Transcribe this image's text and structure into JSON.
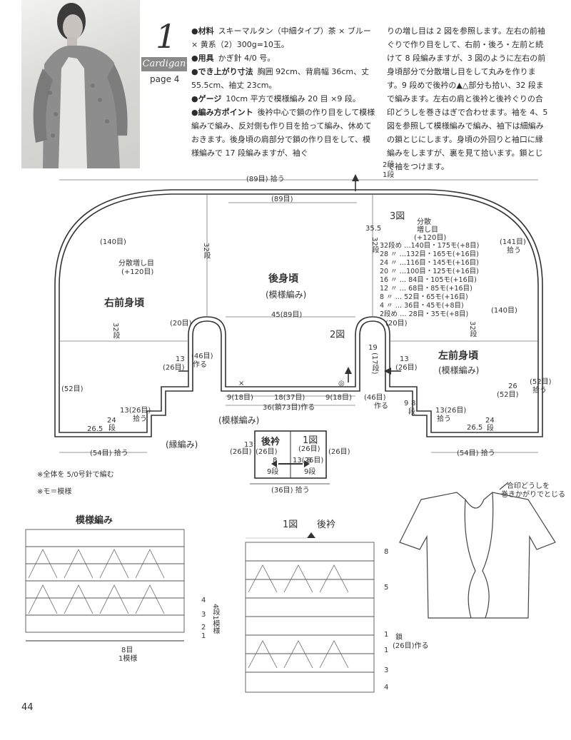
{
  "header": {
    "number": "1",
    "badge": "Cardigan",
    "page_ref": "page 4"
  },
  "spec": {
    "material_label": "●材料",
    "material_text": "スキーマルタン（中細タイプ）茶 × ブルー × 黄系（2）300g=10玉。",
    "tools_label": "●用具",
    "tools_text": "かぎ針 4/0 号。",
    "size_label": "●でき上がり寸法",
    "size_text": "胸囲 92cm、背肩幅 36cm、丈 55.5cm、袖丈 23cm。",
    "gauge_label": "●ゲージ",
    "gauge_text": "10cm 平方で模様編み 20 目 ×9 段。",
    "point_label": "●編み方ポイント",
    "point_text": "後衿中心で鎖の作り目をして模様編みで編み、反対側も作り目を拾って編み、休めておきます。後身頃の肩部分で鎖の作り目をして、模様編みで 17 段編みますが、袖ぐ",
    "point_text_cont": "りの増し目は 2 図を参照します。左右の前袖ぐりで作り目をして、右前・後ろ・左前と続けて 8 段編みますが、3 図のように左右の前身頃部分で分散増し目をして丸みを作ります。9 段めで後衿の▲△部分も拾い、32 段まで編みます。左右の肩と後衿と後衿ぐりの合印どうしを巻きはぎで合わせます。袖を 4、5 図を参照して模様編みで編み、袖下は細編みの鎖とじにします。身頃の外回りと袖口に縁編みをしますが、裏を見て拾います。鎖とじで袖をつけます。"
  },
  "diagram": {
    "top_pick": "(89目) 拾う",
    "top_count": "(89目)",
    "top_arrow": "2段",
    "top_row": "1段",
    "fig3": "3図",
    "fig2": "2図",
    "fig1_small": "1図",
    "left_140": "(140目)",
    "left_dist": "分散増し目",
    "left_dist2": "(+120目)",
    "rows_32a": "32段",
    "rows_32b": "32段",
    "rows_32c": "32段",
    "rows_32d": "32段",
    "right_dist": "分散",
    "right_dist2": "増し目",
    "right_dist3": "(+120目)",
    "depth_355": "35.5",
    "right_141": "(141目)",
    "right_141_pick": "拾う",
    "right_140": "(140目)",
    "back_title": "後身頃",
    "back_sub": "(模様編み)",
    "right_front": "右前身頃",
    "left_front": "左前身頃",
    "left_front_sub": "(模様編み)",
    "width_45": "45(89目)",
    "arm_20a": "(20目)",
    "arm_20b": "(20目)",
    "arm_46a": "(46目)",
    "arm_46a2": "作る",
    "arm_46b": "(46目)",
    "arm_46b2": "作る",
    "side_13a": "13",
    "side_13a2": "(26目)",
    "side_13b": "13",
    "side_13b2": "(26目)",
    "side_19": "19",
    "side_19b": "(17段)",
    "side_52a": "(52目)",
    "side_52b": "(52目)",
    "side_52c": "(52目)",
    "side_52c2": "拾う",
    "side_26": "26",
    "neck_9a": "9(18目)",
    "neck_18": "18(37目)",
    "neck_9b": "9(18目)",
    "neck_36": "36(鎖73目)作る",
    "cross": "×",
    "ring": "◎",
    "bottom_13a": "13(26目)",
    "bottom_13a2": "拾う",
    "bottom_13b": "13(26目)",
    "bottom_13b2": "拾う",
    "bottom_24a": "24",
    "bottom_24a2": "段",
    "bottom_24b": "24",
    "bottom_24b2": "段",
    "bottom_265a": "26.5",
    "bottom_265b": "26.5",
    "bottom_98": "9",
    "bottom_98b": "8",
    "bottom_98c": "段",
    "edging": "(縁編み)",
    "pick_54a": "(54目) 拾う",
    "pick_54b": "(54目) 拾う",
    "pattern_lbl": "(模様編み)",
    "collar": "後衿",
    "collar_26a": "(26目)",
    "collar_26b": "(26目)",
    "collar_26c": "(26目)",
    "collar_26d": "(26目)",
    "collar_13a": "13",
    "collar_13b": "13(26目)",
    "collar_8a": "8",
    "collar_8b": "8",
    "collar_9a": "9段",
    "collar_9b": "9段",
    "collar_pick": "(36目) 拾う",
    "note1": "※全体を 5/0号針で編む",
    "note2": "※モ＝模様"
  },
  "table3": {
    "rows": [
      "32段め …140目・175モ(+8目)",
      "28 〃 …132目・165モ(+16目)",
      "24 〃 …116目・145モ(+16目)",
      "20 〃 …100目・125モ(+16目)",
      "16 〃 … 84目・105モ(+16目)",
      "12 〃 … 68目・85モ(+16目)",
      "8 〃 … 52目・65モ(+16目)",
      "4 〃 … 36目・45モ(+8目)",
      "2段め … 28目・35モ(+8目)"
    ]
  },
  "pattern": {
    "title": "模様編み",
    "row4": "4",
    "row3": "3",
    "row2": "2",
    "row1": "1",
    "repeat_lbl": "4段1模様",
    "stitch_lbl": "8目",
    "stitch_lbl2": "1模様"
  },
  "fig1": {
    "title": "1図",
    "sub": "後衿",
    "row8": "8",
    "row5": "5",
    "row1a": "1",
    "chain": "鎖",
    "chain2": "(26目)作る",
    "row1b": "1",
    "row3": "3",
    "row4": "4"
  },
  "sketch": {
    "note1": "合印どうしを",
    "note2": "巻きかがりでとじる"
  },
  "footer": {
    "page": "44"
  }
}
